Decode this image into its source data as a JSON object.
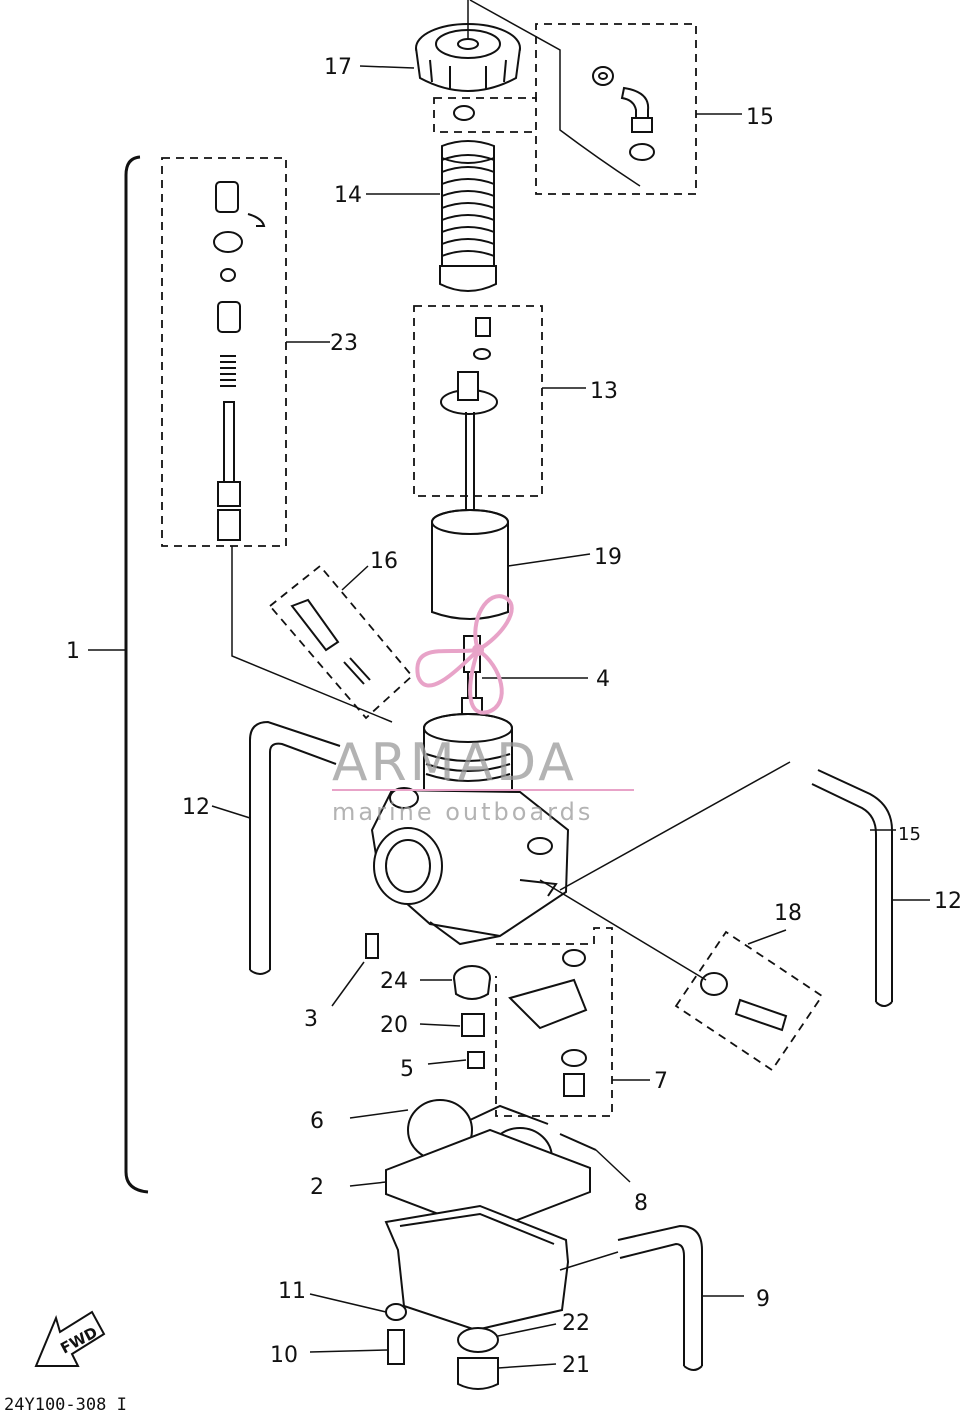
{
  "diagram": {
    "labels": {
      "l1": "1",
      "l2": "2",
      "l3": "3",
      "l4": "4",
      "l5": "5",
      "l6": "6",
      "l7": "7",
      "l8": "8",
      "l9": "9",
      "l10": "10",
      "l11": "11",
      "l12a": "12",
      "l12b": "12",
      "l13": "13",
      "l14": "14",
      "l15a": "15",
      "l15b": "15",
      "l16": "16",
      "l17": "17",
      "l18": "18",
      "l19": "19",
      "l20": "20",
      "l21": "21",
      "l22": "22",
      "l23": "23",
      "l24": "24"
    },
    "watermark": {
      "brand": "ARMADA",
      "tagline": "marine outboards",
      "color": "#e8a3c8"
    },
    "fwd_label": "FWD",
    "drawing_code": "24Y100-308 I"
  }
}
